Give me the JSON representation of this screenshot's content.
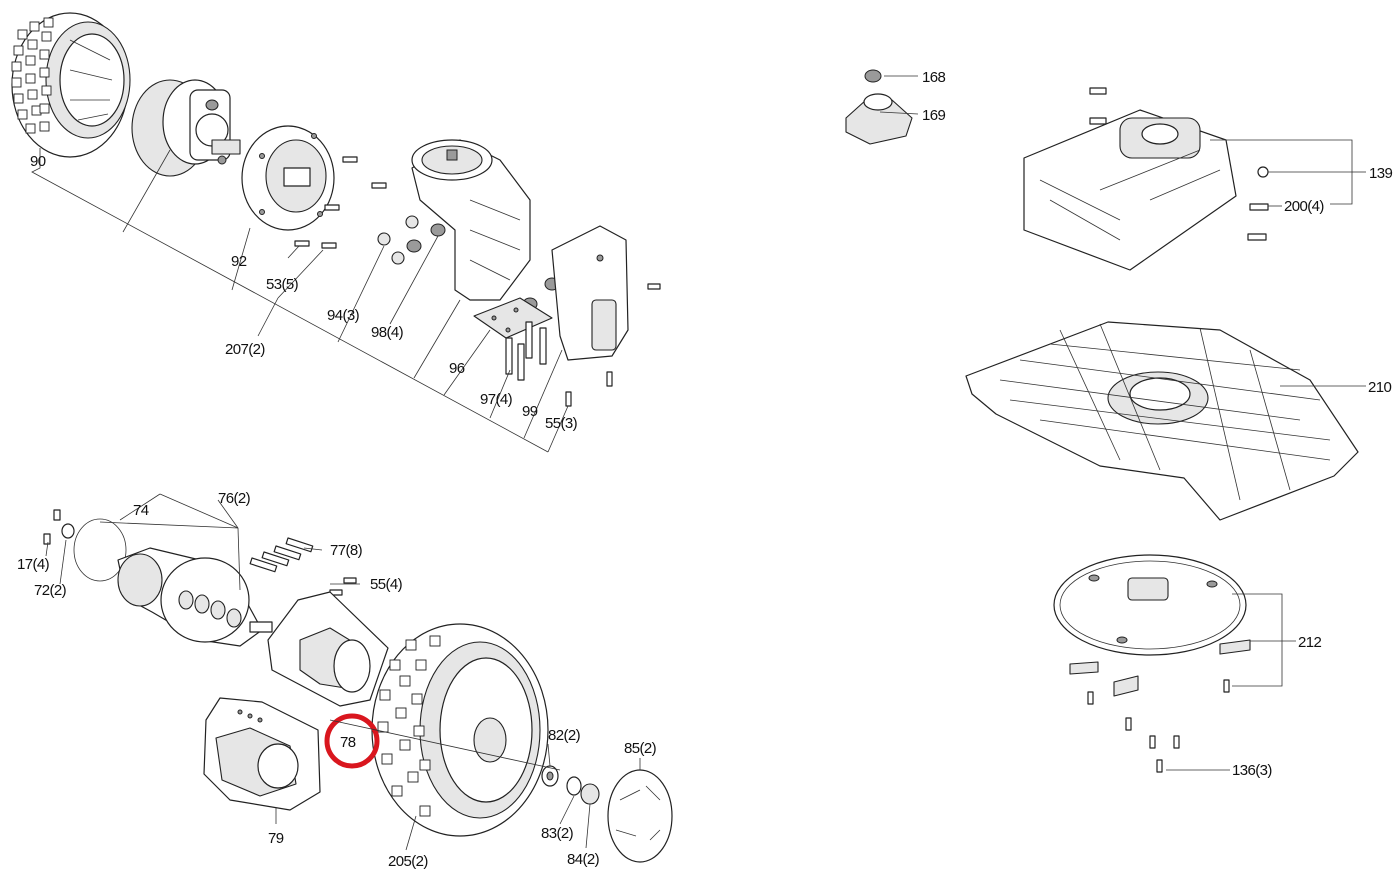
{
  "labels": {
    "p90": "90",
    "p92": "92",
    "p53": "53(5)",
    "p207": "207(2)",
    "p94": "94(3)",
    "p98": "98(4)",
    "p96": "96",
    "p97": "97(4)",
    "p99": "99",
    "p55a": "55(3)",
    "p74": "74",
    "p76": "76(2)",
    "p77": "77(8)",
    "p55b": "55(4)",
    "p17": "17(4)",
    "p72": "72(2)",
    "p78": "78",
    "p79": "79",
    "p205": "205(2)",
    "p82": "82(2)",
    "p83": "83(2)",
    "p84": "84(2)",
    "p85": "85(2)",
    "p168": "168",
    "p169": "169",
    "p139": "139",
    "p200": "200(4)",
    "p210": "210",
    "p212": "212",
    "p136": "136(3)"
  },
  "highlight": {
    "part": "78",
    "color": "#d9161e"
  }
}
